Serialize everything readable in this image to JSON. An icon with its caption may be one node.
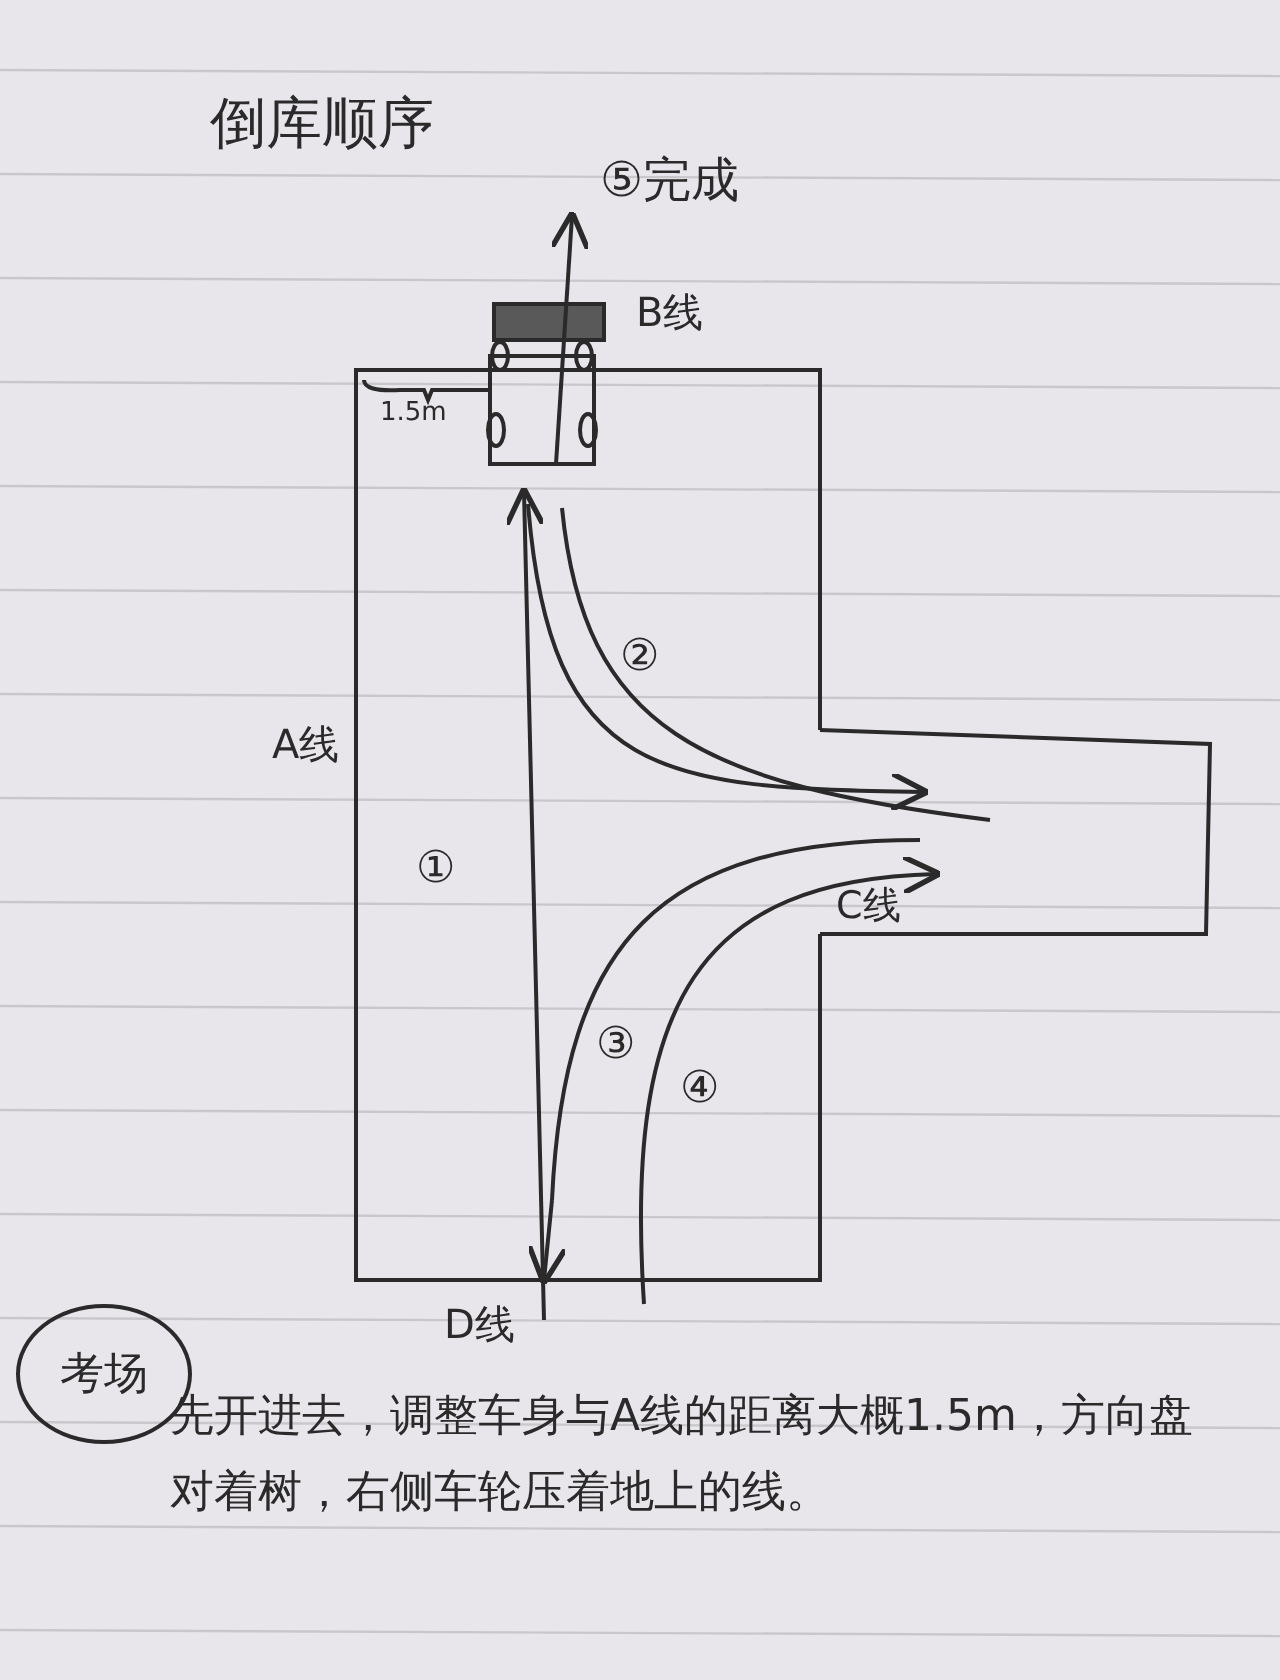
{
  "diagram": {
    "title": "倒库顺序",
    "nodes": [
      {
        "text": [
          "考场"
        ]
      }
    ],
    "labels": [
      "⑤完成",
      "B线",
      "1.5m",
      "A线",
      "②",
      "①",
      "C线",
      "③",
      "④",
      "D线",
      "先开进去，调整车身与A线的距离大概1.5m，方向盘对着树，右侧车轮压着地上的线。"
    ]
  }
}
